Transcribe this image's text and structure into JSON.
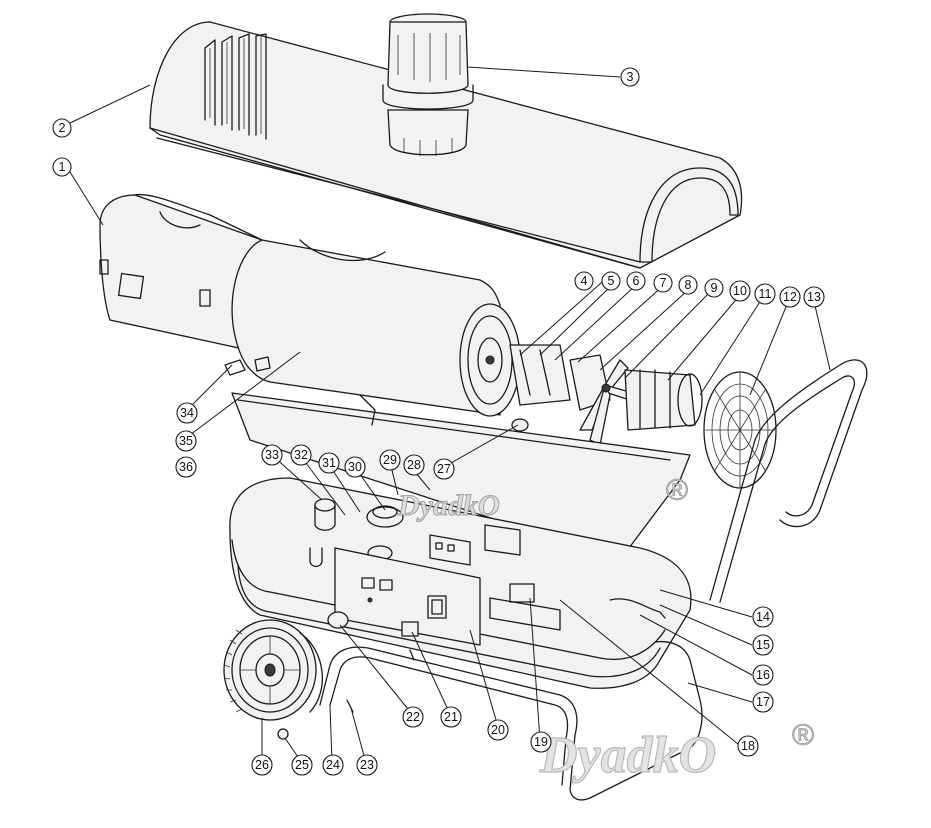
{
  "callouts": [
    {
      "label": "1"
    },
    {
      "label": "2"
    },
    {
      "label": "3"
    },
    {
      "label": "4"
    },
    {
      "label": "5"
    },
    {
      "label": "6"
    },
    {
      "label": "7"
    },
    {
      "label": "8"
    },
    {
      "label": "9"
    },
    {
      "label": "10"
    },
    {
      "label": "11"
    },
    {
      "label": "12"
    },
    {
      "label": "13"
    },
    {
      "label": "14"
    },
    {
      "label": "15"
    },
    {
      "label": "16"
    },
    {
      "label": "17"
    },
    {
      "label": "18"
    },
    {
      "label": "19"
    },
    {
      "label": "20"
    },
    {
      "label": "21"
    },
    {
      "label": "22"
    },
    {
      "label": "23"
    },
    {
      "label": "24"
    },
    {
      "label": "25"
    },
    {
      "label": "26"
    },
    {
      "label": "27"
    },
    {
      "label": "28"
    },
    {
      "label": "29"
    },
    {
      "label": "30"
    },
    {
      "label": "31"
    },
    {
      "label": "32"
    },
    {
      "label": "33"
    },
    {
      "label": "34"
    },
    {
      "label": "35"
    },
    {
      "label": "36"
    }
  ],
  "watermark": {
    "brand": "DyadkO",
    "registered": "®"
  }
}
